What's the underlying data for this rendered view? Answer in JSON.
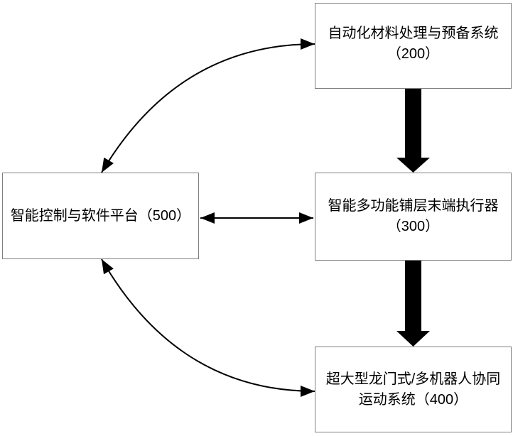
{
  "colors": {
    "background": "#ffffff",
    "box_border": "#7f7f7f",
    "box_fill": "#ffffff",
    "arrow": "#000000",
    "text": "#000000"
  },
  "boxes": {
    "material_prep": {
      "line1": "自动化材料处理与预备系统",
      "line2": "（200）"
    },
    "layup_end_effector": {
      "line1": "智能多功能铺层末端执行器",
      "line2": "（300）"
    },
    "gantry_motion": {
      "line1": "超大型龙门式/多机器人协同",
      "line2": "运动系统（400）"
    },
    "control_platform": {
      "line1": "智能控制与软件平台（500）"
    }
  },
  "icons": {
    "double_headed_arrow": "bidirectional solid triangle arrowheads",
    "block_arrow_down": "thick filled downward arrow"
  }
}
